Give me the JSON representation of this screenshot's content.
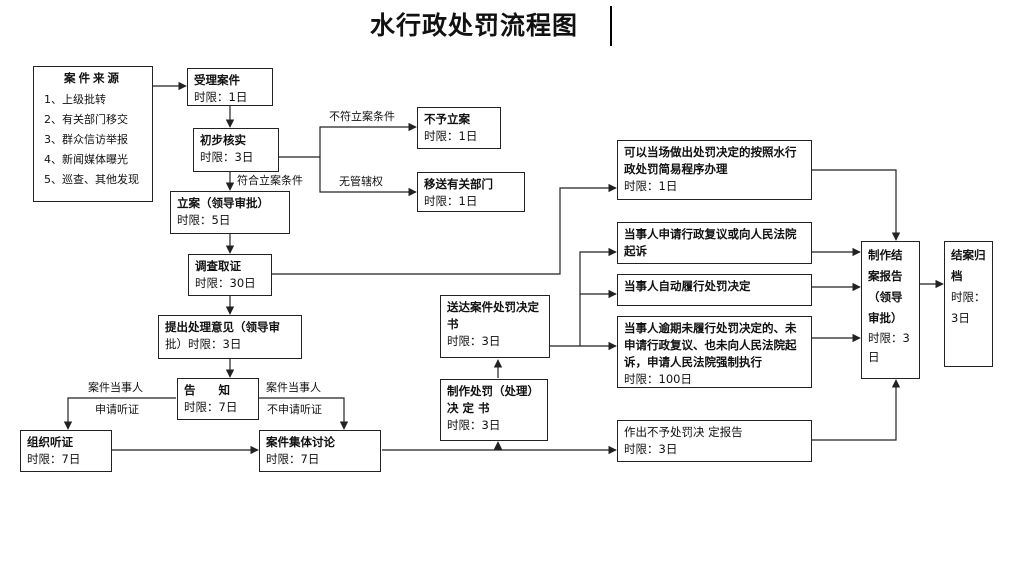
{
  "title": "水行政处罚流程图",
  "sources": {
    "title": "案件来源",
    "items": [
      "1、上级批转",
      "2、有关部门移交",
      "3、群众信访举报",
      "4、新闻媒体曝光",
      "5、巡查、其他发现"
    ]
  },
  "steps": {
    "accept": {
      "title": "受理案件",
      "limit": "时限：1日"
    },
    "verify": {
      "title": "初步核实",
      "limit": "时限：3日"
    },
    "no_case": {
      "title": "不予立案",
      "limit": "时限：1日"
    },
    "transfer": {
      "title": "移送有关部门",
      "limit": "时限：1日"
    },
    "file_case": {
      "title": "立案（领导审批）",
      "limit": "时限：5日"
    },
    "investigate": {
      "title": "调查取证",
      "limit": "时限：30日"
    },
    "opinion": {
      "title": "提出处理意见（领导审",
      "limit": "批）时限：3日"
    },
    "notify": {
      "title": "告　　知",
      "limit": "时限：7日"
    },
    "hearing": {
      "title": "组织听证",
      "limit": "时限：7日"
    },
    "discussion": {
      "title": "案件集体讨论",
      "limit": "时限：7日"
    },
    "make_decision": {
      "title": "制作处罚（处理）决 定 书",
      "limit": "时限：3日"
    },
    "deliver": {
      "title": "送达案件处罚决定书",
      "limit": "时限：3日"
    },
    "on_site": {
      "title": "可以当场做出处罚决定的按照水行政处罚简易程序办理",
      "limit": "时限：1日"
    },
    "review": {
      "title": "当事人申请行政复议或向人民法院起诉",
      "limit": ""
    },
    "self_exec": {
      "title": "当事人自动履行处罚决定",
      "limit": ""
    },
    "overdue": {
      "title": "当事人逾期未履行处罚决定的、未申请行政复议、也未向人民法院起诉，申请人民法院强制执行",
      "limit": "时限：100日"
    },
    "no_penalty": {
      "title": "作出不予处罚决 定报告",
      "limit": "时限：3日"
    },
    "report": {
      "title": "制作结案报告（领导审批）",
      "limit": "时限：3日"
    },
    "archive": {
      "title": "结案归档",
      "limit": "时限：3日"
    }
  },
  "labels": {
    "not_meet": "不符立案条件",
    "meet": "符合立案条件",
    "no_jurisdiction": "无管辖权",
    "party_req": "案件当事人",
    "req_hearing": "申请听证",
    "party_noreq": "案件当事人",
    "no_req_hearing": "不申请听证"
  }
}
